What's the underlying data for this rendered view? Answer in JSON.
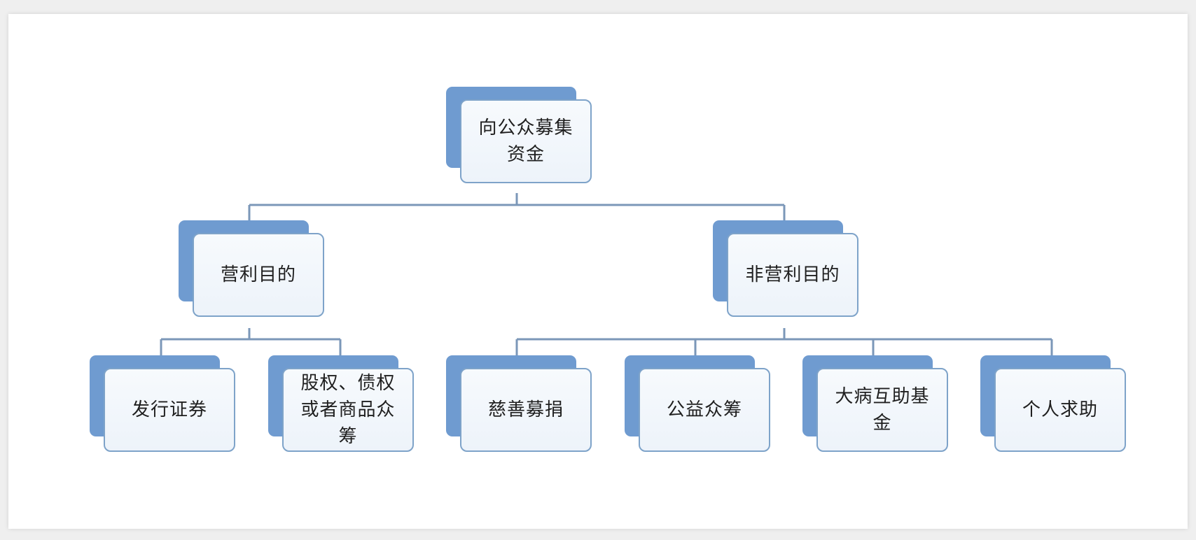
{
  "diagram": {
    "root": {
      "label": "向公众募集资金"
    },
    "branches": [
      {
        "label": "营利目的",
        "children": [
          {
            "label": "发行证券"
          },
          {
            "label": "股权、债权或者商品众筹"
          }
        ]
      },
      {
        "label": "非营利目的",
        "children": [
          {
            "label": "慈善募捐"
          },
          {
            "label": "公益众筹"
          },
          {
            "label": "大病互助基金"
          },
          {
            "label": "个人求助"
          }
        ]
      }
    ]
  },
  "colors": {
    "back_box": "#6f9bd0",
    "front_border": "#7ea3c9",
    "front_fill": "#f1f5fb",
    "connector": "#7b97b8"
  }
}
